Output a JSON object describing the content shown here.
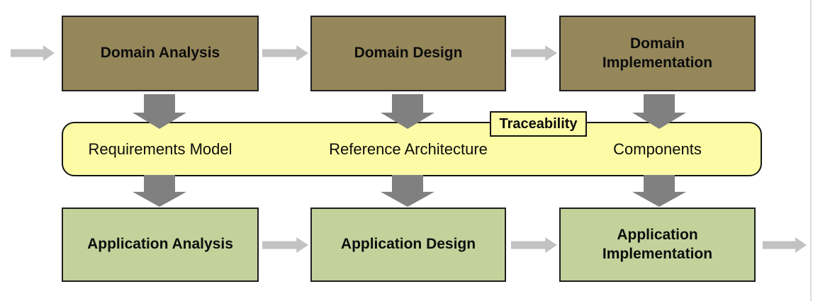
{
  "diagram": {
    "title_hint": "Domain engineering to application engineering process flow",
    "top_row": [
      {
        "label": "Domain Analysis"
      },
      {
        "label": "Domain Design"
      },
      {
        "label": "Domain\nImplementation"
      }
    ],
    "middle_band": {
      "items": [
        "Requirements Model",
        "Reference Architecture",
        "Components"
      ],
      "tag": "Traceability"
    },
    "bottom_row": [
      {
        "label": "Application Analysis"
      },
      {
        "label": "Application Design"
      },
      {
        "label": "Application\nImplementation"
      }
    ],
    "colors": {
      "domain_box_fill": "#95875A",
      "application_box_fill": "#C3D29B",
      "band_fill": "#FDFBA5",
      "box_border": "#1f1f1f",
      "flow_arrow": "#C2C2C2",
      "transform_arrow": "#808080",
      "text": "#0d0d0d"
    }
  }
}
